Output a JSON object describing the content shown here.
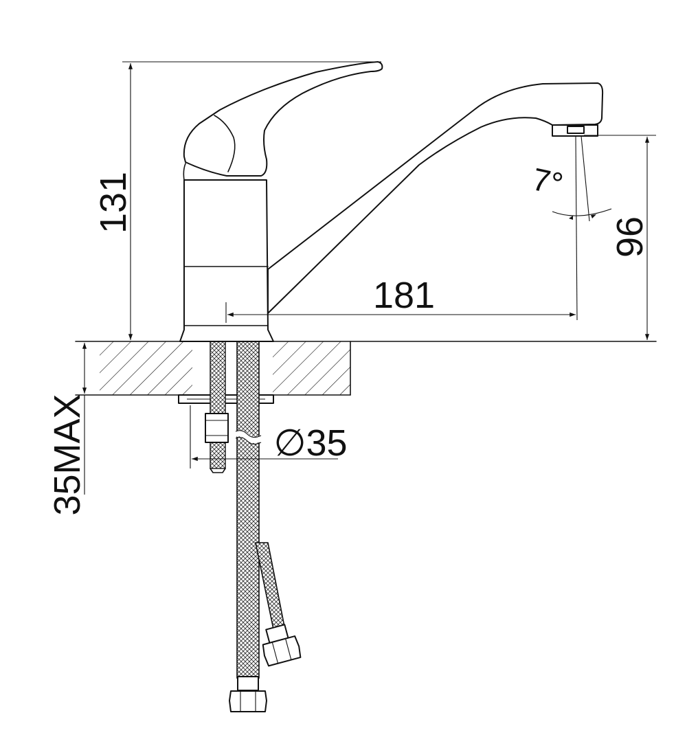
{
  "dimensions": {
    "total_height": "131",
    "spout_reach": "181",
    "outlet_height": "96",
    "spout_angle": "7°",
    "hole_diameter": "∅35",
    "max_counter_thickness": "35MAX"
  },
  "colors": {
    "line": "#111111",
    "background": "#ffffff"
  }
}
